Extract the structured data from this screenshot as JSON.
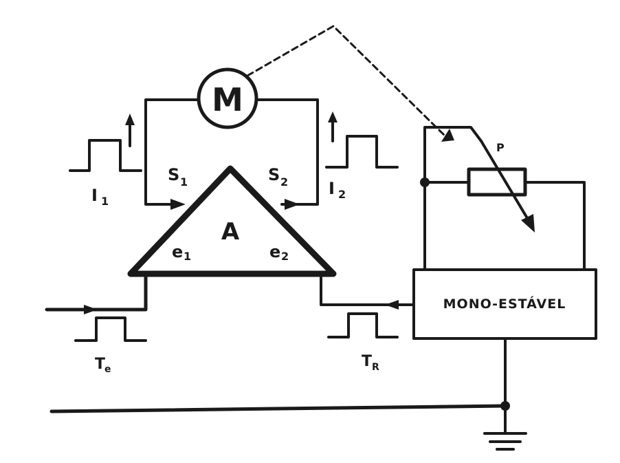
{
  "diagram": {
    "motor_label": "M",
    "amplifier_label": "A",
    "input1_label": "e",
    "input1_sub": "1",
    "input2_label": "e",
    "input2_sub": "2",
    "switch1_label": "S",
    "switch1_sub": "1",
    "switch2_label": "S",
    "switch2_sub": "2",
    "current1_label": "I",
    "current1_sub": "1",
    "current2_label": "I",
    "current2_sub": "2",
    "pot_label": "P",
    "monostable_label": "MONO-ESTÁVEL",
    "te_label": "T",
    "te_sub": "e",
    "tr_label": "T",
    "tr_sub": "R"
  },
  "colors": {
    "ink": "#1a1a1a",
    "paper": "#ffffff"
  }
}
